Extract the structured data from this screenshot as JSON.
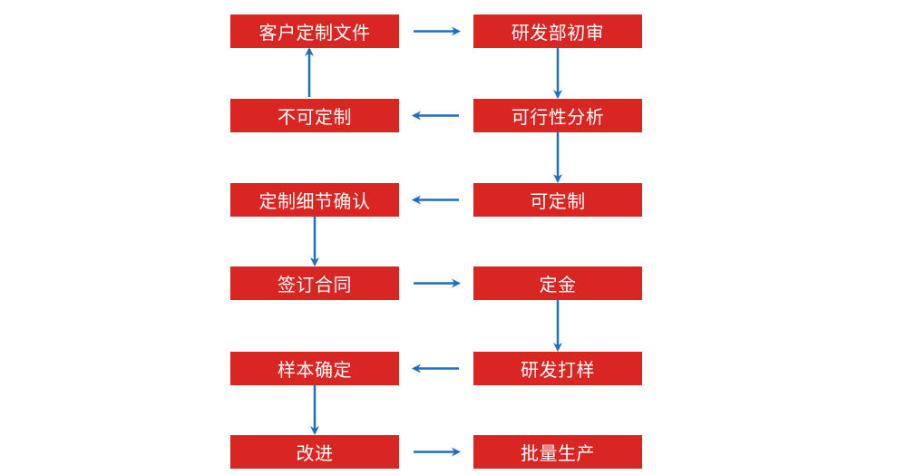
{
  "colors": {
    "box_fill": "#d92622",
    "box_text": "#ffffff",
    "arrow": "#1e6fc0",
    "background": "#ffffff"
  },
  "steps": {
    "customer_file": "客户定制文件",
    "rd_review": "研发部初审",
    "not_customizable": "不可定制",
    "feasibility": "可行性分析",
    "detail_confirm": "定制细节确认",
    "customizable": "可定制",
    "sign_contract": "签订合同",
    "deposit": "定金",
    "sample_confirm": "样本确定",
    "rd_sample": "研发打样",
    "improve": "改进",
    "mass_production": "批量生产"
  },
  "edges": [
    {
      "from": "customer_file",
      "to": "rd_review"
    },
    {
      "from": "rd_review",
      "to": "feasibility"
    },
    {
      "from": "feasibility",
      "to": "not_customizable"
    },
    {
      "from": "not_customizable",
      "to": "customer_file"
    },
    {
      "from": "feasibility",
      "to": "customizable"
    },
    {
      "from": "customizable",
      "to": "detail_confirm"
    },
    {
      "from": "detail_confirm",
      "to": "sign_contract"
    },
    {
      "from": "sign_contract",
      "to": "deposit"
    },
    {
      "from": "deposit",
      "to": "rd_sample"
    },
    {
      "from": "rd_sample",
      "to": "sample_confirm"
    },
    {
      "from": "sample_confirm",
      "to": "improve"
    },
    {
      "from": "improve",
      "to": "mass_production"
    }
  ]
}
